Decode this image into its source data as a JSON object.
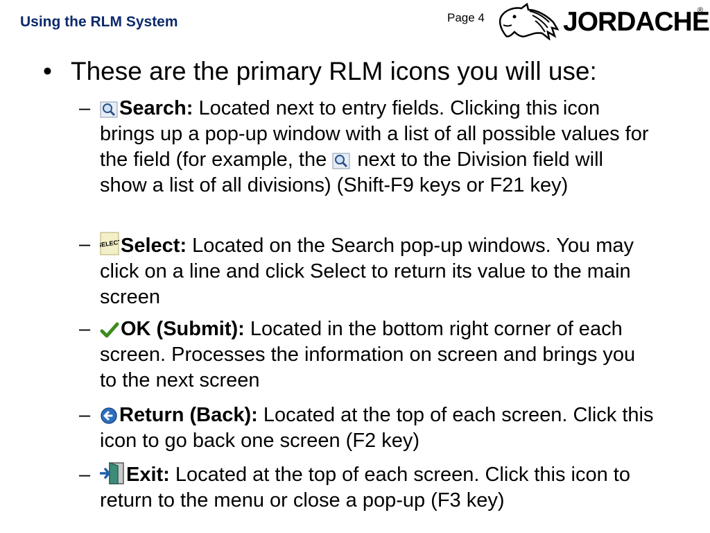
{
  "header": {
    "title": "Using the RLM System",
    "page_label": "Page 4",
    "logo_text": "JORDACHE",
    "logo_mark": "®"
  },
  "main_bullet": "These are the primary RLM icons you will use:",
  "items": [
    {
      "icon": "search-icon",
      "label": "Search:",
      "text_before": " Located next to entry fields. Clicking this icon brings up a pop-up window with a list of all possible values for the field (for example, the",
      "text_after": " next to the Division field will show a list of all divisions) (Shift-F9 keys or F21 key)"
    },
    {
      "icon": "select-icon",
      "label": "Select:",
      "text": " Located on the Search pop-up windows. You may click on a line and click Select to return its value to the main screen"
    },
    {
      "icon": "checkmark-icon",
      "label": "OK (Submit):",
      "text": " Located in the bottom right corner of each screen. Processes the information on screen and brings you to the next screen"
    },
    {
      "icon": "back-arrow-icon",
      "label": "Return (Back):",
      "text": " Located at the top of each screen. Click this icon to go back one screen (F2 key)"
    },
    {
      "icon": "exit-door-icon",
      "label": "Exit:",
      "text": " Located at the top of each screen. Click this icon to return to the menu or close a pop-up (F3 key)"
    }
  ],
  "dash": "–",
  "bullet": "•"
}
